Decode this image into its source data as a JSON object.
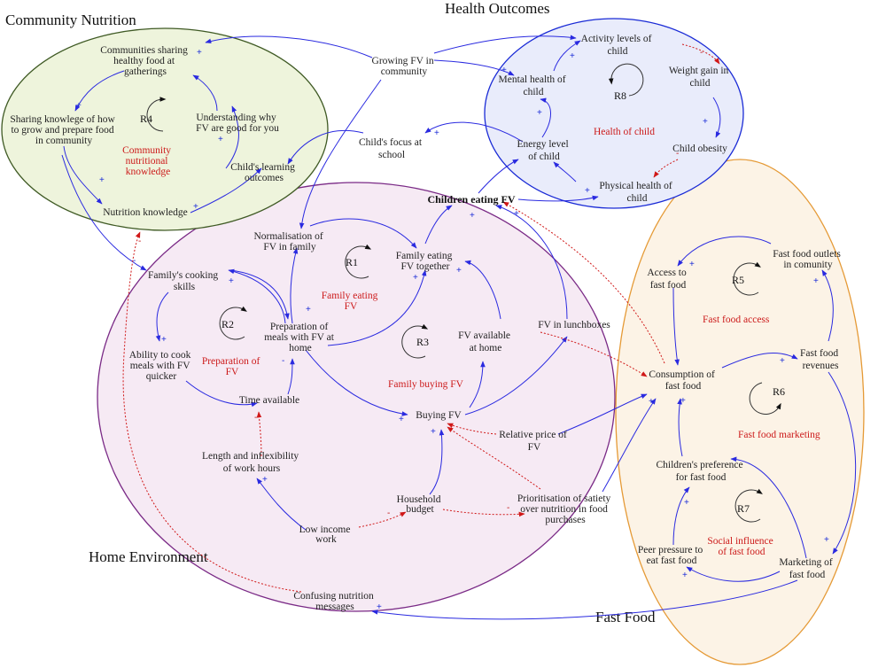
{
  "colors": {
    "community_fill": "#eef4dc",
    "community_stroke": "#3f5a24",
    "health_fill": "#e9ecfb",
    "health_stroke": "#1a2bd6",
    "home_fill": "#f6eaf4",
    "home_stroke": "#7a2a86",
    "fastfood_fill": "#fcf3e6",
    "fastfood_stroke": "#e59a36",
    "positive_link": "#2a2ae0",
    "negative_link": "#d01818",
    "loop_label": "#cc1a1a"
  },
  "regions": {
    "community": "Community Nutrition",
    "health": "Health Outcomes",
    "home": "Home Environment",
    "fastfood": "Fast Food"
  },
  "variables": {
    "communities_sharing": [
      "Communities sharing",
      "healthy food at",
      "gatherings"
    ],
    "sharing_knowledge": [
      "Sharing knowlege of how",
      "to grow and prepare food",
      "in community"
    ],
    "understanding_fv": [
      "Understanding why",
      "FV are good for you"
    ],
    "childs_learning": [
      "Child's learning",
      "outcomes"
    ],
    "nutrition_knowledge": [
      "Nutrition knowledge"
    ],
    "growing_fv": [
      "Growing FV in",
      "community"
    ],
    "childs_focus": [
      "Child's focus at",
      "school"
    ],
    "activity_levels": [
      "Activity levels of",
      "child"
    ],
    "mental_health": [
      "Mental health of",
      "child"
    ],
    "weight_gain": [
      "Weight gain in",
      "child"
    ],
    "energy_level": [
      "Energy level",
      "of child"
    ],
    "child_obesity": [
      "Child obesity"
    ],
    "physical_health": [
      "Physical health of",
      "child"
    ],
    "children_eating_fv": [
      "Children eating FV"
    ],
    "normalisation_fv": [
      "Normalisation of",
      "FV in family"
    ],
    "family_eating_fv": [
      "Family eating",
      "FV together"
    ],
    "family_cooking": [
      "Family's cooking",
      "skills"
    ],
    "preparation_meals": [
      "Preparation of",
      "meals with FV at",
      "home"
    ],
    "ability_cook": [
      "Ability to cook",
      "meals with FV",
      "quicker"
    ],
    "fv_available": [
      "FV available",
      "at home"
    ],
    "fv_lunchboxes": [
      "FV in lunchboxes"
    ],
    "time_available": [
      "Time available"
    ],
    "buying_fv": [
      "Buying FV"
    ],
    "relative_price": [
      "Relative price of",
      "FV"
    ],
    "length_work": [
      "Length and inflexibility",
      "of work hours"
    ],
    "household_budget": [
      "Household",
      "budget"
    ],
    "prioritisation": [
      "Prioritisation of satiety",
      "over nutrition in food",
      "purchases"
    ],
    "low_income": [
      "Low income",
      "work"
    ],
    "confusing_messages": [
      "Confusing nutrition",
      "messages"
    ],
    "access_fast_food": [
      "Access to",
      "fast food"
    ],
    "fast_food_outlets": [
      "Fast food outlets",
      "in comunity"
    ],
    "fast_food_revenues": [
      "Fast food",
      "revenues"
    ],
    "consumption_fast_food": [
      "Consumption of",
      "fast food"
    ],
    "childrens_preference": [
      "Children's preference",
      "for fast food"
    ],
    "peer_pressure": [
      "Peer pressure to",
      "eat fast food"
    ],
    "marketing_fast_food": [
      "Marketing of",
      "fast food"
    ]
  },
  "loops": {
    "r1": {
      "id": "R1",
      "name": [
        "Family eating",
        "FV"
      ]
    },
    "r2": {
      "id": "R2",
      "name": [
        "Preparation of",
        "FV"
      ]
    },
    "r3": {
      "id": "R3",
      "name": [
        "Family buying FV"
      ]
    },
    "r4": {
      "id": "R4",
      "name": [
        "Community",
        "nutritional",
        "knowledge"
      ]
    },
    "r5": {
      "id": "R5",
      "name": [
        "Fast food access"
      ]
    },
    "r6": {
      "id": "R6",
      "name": [
        "Fast food marketing"
      ]
    },
    "r7": {
      "id": "R7",
      "name": [
        "Social influence",
        "of fast food"
      ]
    },
    "r8": {
      "id": "R8",
      "name": [
        "Health of child"
      ]
    }
  },
  "polarity": {
    "plus": "+",
    "minus": "-"
  }
}
